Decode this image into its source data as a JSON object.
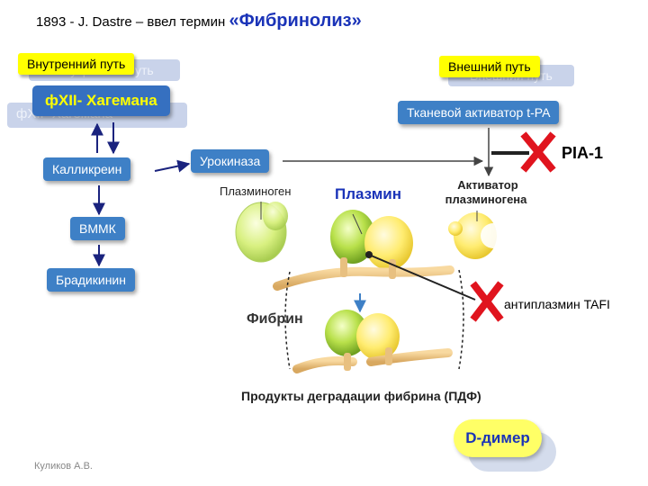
{
  "title": {
    "prefix": "1893 - J. Dastre – ввел термин",
    "term": "«Фибринолиз»"
  },
  "intrinsic": {
    "label": "Внутренний путь",
    "ghost_label": "Внутренний путь",
    "factor": "фXII- Хагемана",
    "ghost_factor": "фХII- Хагемана",
    "kallikrein": "Калликреин",
    "hmwk": "ВММК",
    "bradykinin": "Брадикинин"
  },
  "extrinsic": {
    "label": "Внешний путь",
    "ghost_label": "Внешний путь",
    "tpa": "Тканевой активатор t-PA",
    "urokinase": "Урокиназа"
  },
  "illustration": {
    "plasminogen": "Плазминоген",
    "plasmin": "Плазмин",
    "activator_line1": "Активатор",
    "activator_line2": "плазминогена",
    "fibrin": "Фибрин",
    "fdp": "Продукты деградации фибрина (ПДФ)"
  },
  "inhibitors": {
    "pai": "PIA-1",
    "antiplasmin": "антиплазмин  TAFI"
  },
  "ddimer": "D-димер",
  "footer": "Куликов А.В.",
  "colors": {
    "box_blue": "#3e80c6",
    "highlight_yellow": "#ffff00",
    "title_blue": "#1a33b8",
    "inhibitor_red": "#e0141e"
  }
}
